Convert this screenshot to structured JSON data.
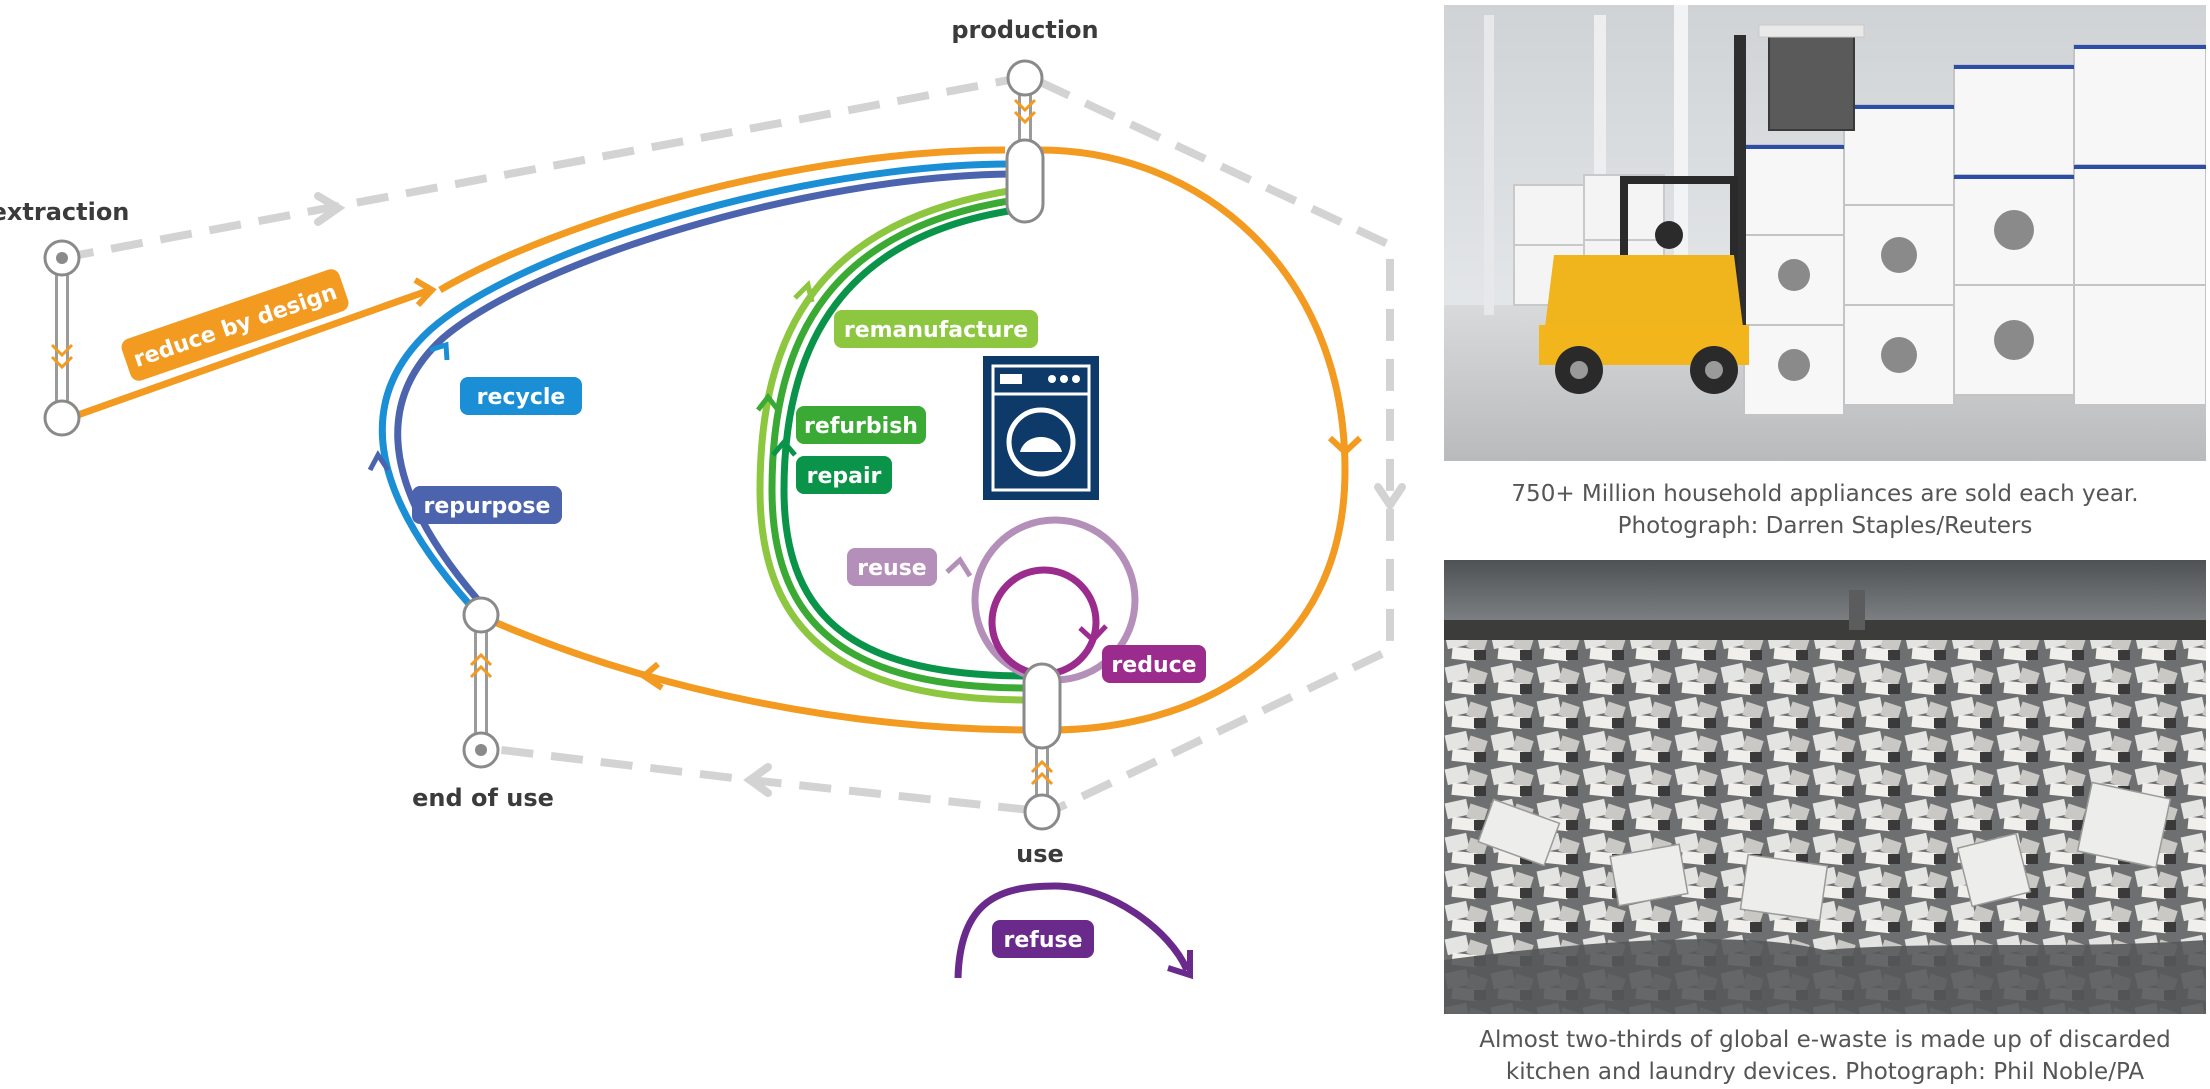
{
  "nodes": {
    "production": "production",
    "extraction": "extraction",
    "end_of_use": "end of use",
    "use": "use"
  },
  "loops": {
    "reduce_by_design": "reduce by design",
    "recycle": "recycle",
    "repurpose": "repurpose",
    "remanufacture": "remanufacture",
    "refurbish": "refurbish",
    "repair": "repair",
    "reuse": "reuse",
    "reduce": "reduce",
    "refuse": "refuse"
  },
  "photos": {
    "top_caption_line1": "750+ Million household appliances are sold each year.",
    "top_caption_line2": "Photograph: Darren Staples/Reuters",
    "bottom_caption_line1": "Almost two-thirds of global e-waste is made up of discarded",
    "bottom_caption_line2": "kitchen and laundry devices. Photograph: Phil Noble/PA"
  },
  "colors": {
    "orange": "#f39a21",
    "blue": "#1a8fd6",
    "indigo": "#4c64ad",
    "light_green": "#8dc63f",
    "green": "#3aaa35",
    "dark_green": "#0a9449",
    "mauve": "#b48fb9",
    "magenta": "#9b2b8d",
    "purple": "#6a2a8c",
    "gray_dash": "#d0d0d0",
    "navy": "#0e3a6a"
  }
}
